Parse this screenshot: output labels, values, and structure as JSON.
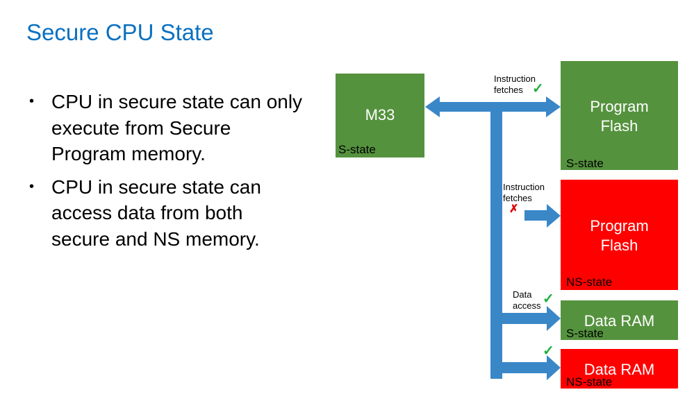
{
  "slide": {
    "title": "Secure CPU State",
    "bullets": [
      "CPU in secure state can only execute from Secure Program memory.",
      "CPU in secure state can access data from both secure and NS memory."
    ],
    "bullet_glyph": "•"
  },
  "diagram": {
    "colors": {
      "secure": "#55923e",
      "non_secure": "#ff0000",
      "bus": "#3a87c8",
      "check": "#1fae3b",
      "cross": "#e00000"
    },
    "cpu": {
      "name": "M33",
      "state": "S-state"
    },
    "blocks": [
      {
        "id": "program-flash-secure",
        "label_line1": "Program",
        "label_line2": "Flash",
        "state": "S-state",
        "security": "secure"
      },
      {
        "id": "program-flash-nonsecure",
        "label_line1": "Program",
        "label_line2": "Flash",
        "state": "NS-state",
        "security": "non_secure"
      },
      {
        "id": "data-ram-secure",
        "label_line1": "Data RAM",
        "state": "S-state",
        "security": "secure"
      },
      {
        "id": "data-ram-nonsecure",
        "label_line1": "Data RAM",
        "state": "NS-state",
        "security": "non_secure"
      }
    ],
    "annotations": [
      {
        "target": "program-flash-secure",
        "line1": "Instruction",
        "line2": "fetches",
        "allowed": true,
        "icon": "check-icon",
        "glyph": "✓"
      },
      {
        "target": "program-flash-nonsecure",
        "line1": "Instruction",
        "line2": "fetches",
        "allowed": false,
        "icon": "cross-icon",
        "glyph": "✗"
      },
      {
        "target": "data-ram-secure",
        "line1": "Data",
        "line2": "access",
        "allowed": true,
        "icon": "check-icon",
        "glyph": "✓"
      },
      {
        "target": "data-ram-nonsecure",
        "line1": "",
        "line2": "",
        "allowed": true,
        "icon": "check-icon",
        "glyph": "✓"
      }
    ]
  }
}
